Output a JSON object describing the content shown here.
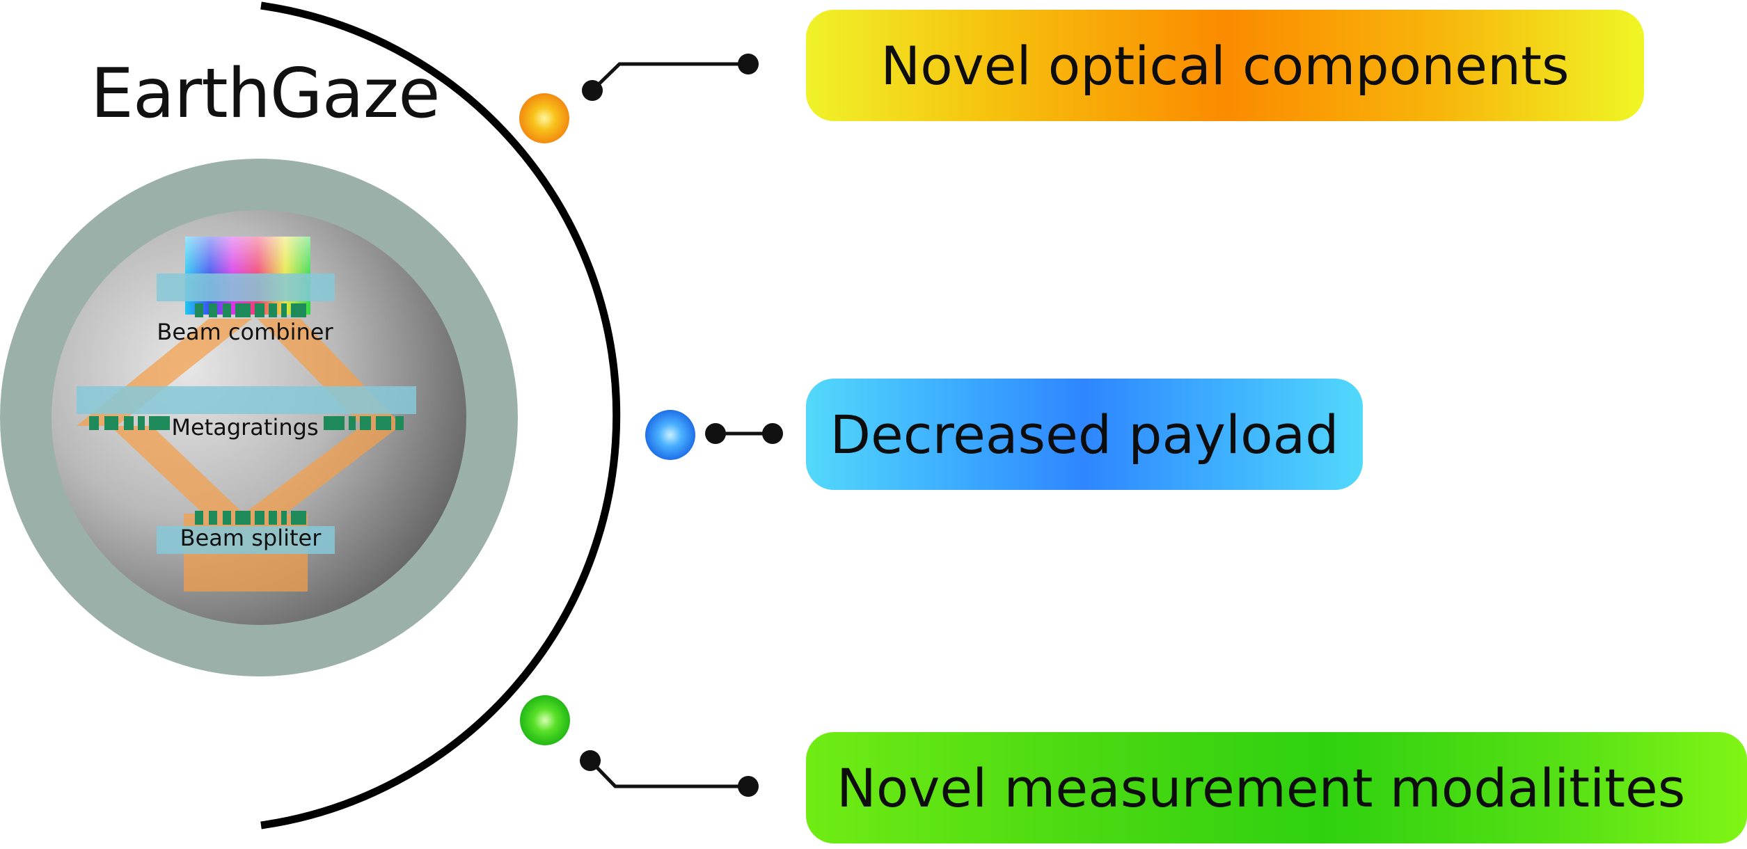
{
  "title": "EarthGaze",
  "features": [
    {
      "label": "Novel optical components",
      "color": "#f7a51a"
    },
    {
      "label": "Decreased payload",
      "color": "#2b86f0"
    },
    {
      "label": "Novel measurement modalitites",
      "color": "#36c81c"
    }
  ],
  "device": {
    "labels": {
      "combiner": "Beam combiner",
      "metagratings": "Metagratings",
      "splitter": "Beam spliter"
    },
    "ring_color": "#9bb0a8",
    "beam_color": "#f5a04a",
    "plate_color": "#86c8d8",
    "grating_color": "#1e8a5a"
  }
}
